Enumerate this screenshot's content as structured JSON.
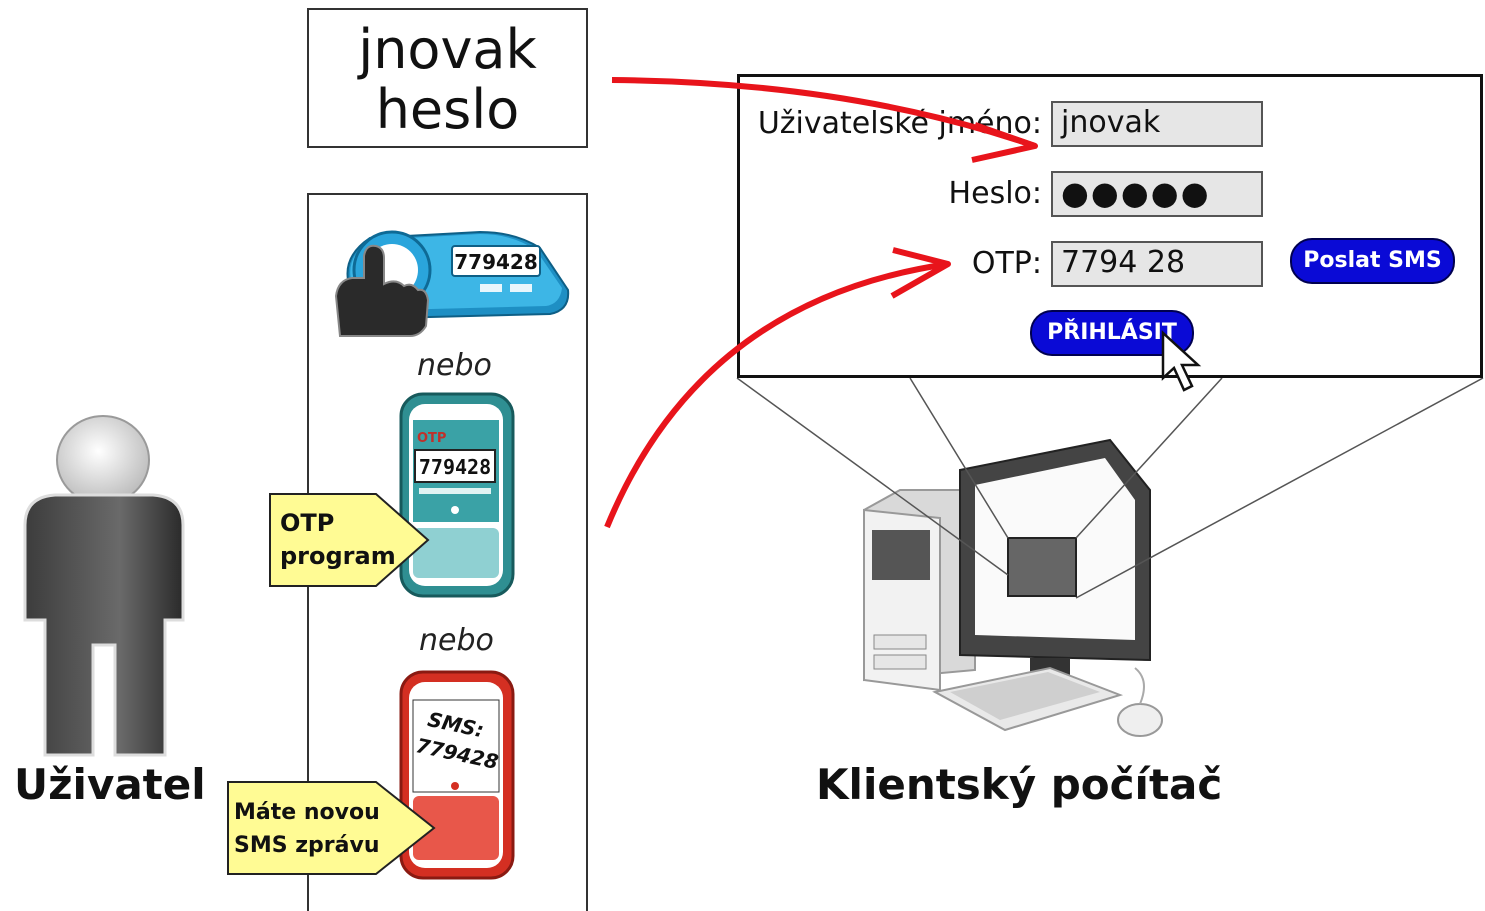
{
  "credentials": {
    "username": "jnovak",
    "password": "heslo"
  },
  "devices": {
    "token_code": "779428",
    "separator_1": "nebo",
    "separator_2": "nebo",
    "app_code": "779428",
    "app_label": "OTP",
    "sms_text": "SMS:",
    "sms_code": "779428"
  },
  "callouts": {
    "otp_program_line1": "OTP",
    "otp_program_line2": "program",
    "sms_line1": "Máte novou",
    "sms_line2": "SMS zprávu"
  },
  "user": {
    "label": "Uživatel"
  },
  "login_form": {
    "username_label": "Uživatelské jméno:",
    "username_value": "jnovak",
    "password_label": "Heslo:",
    "password_mask": "●●●●●",
    "otp_label": "OTP:",
    "otp_value": "7794 28",
    "send_sms_button": "Poslat SMS",
    "login_button": "PŘIHLÁSIT"
  },
  "computer": {
    "label": "Klientský počítač"
  },
  "colors": {
    "arrow": "#e8141b",
    "button": "#0a0ad6",
    "callout": "#fffb94",
    "token": "#29a8dc",
    "app_phone": "#2f9a9a",
    "sms_phone": "#e83a2a"
  }
}
